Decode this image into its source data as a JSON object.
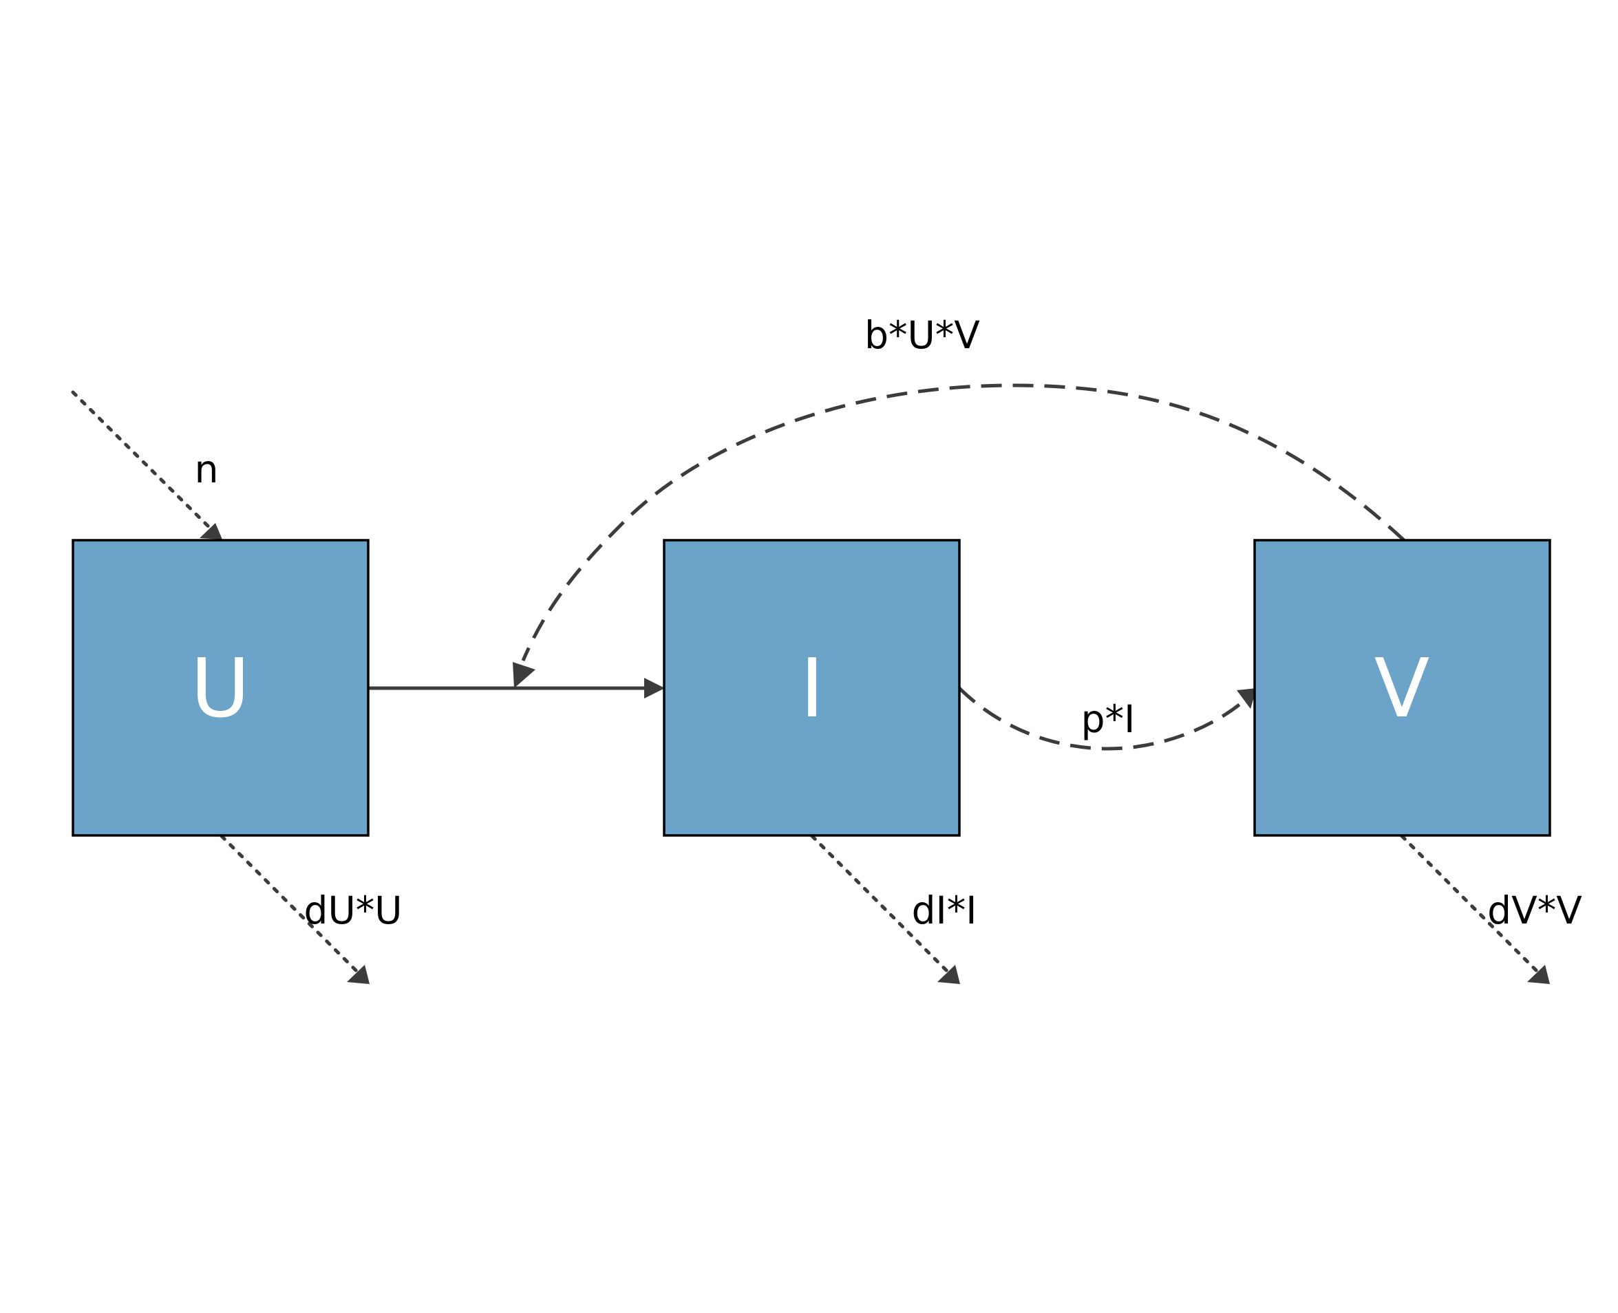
{
  "diagram": {
    "colors": {
      "node_fill": "#6ca3c8",
      "node_label": "#ffffff",
      "edge": "#3c3c3c"
    },
    "nodes": {
      "U": {
        "label": "U"
      },
      "I": {
        "label": "I"
      },
      "V": {
        "label": "V"
      }
    },
    "flows": {
      "inflow_n": {
        "label": "n",
        "from": "",
        "to": "U",
        "style": "dotted"
      },
      "infection": {
        "label": "",
        "from": "U",
        "to": "I",
        "style": "solid"
      },
      "interaction": {
        "label": "b*U*V",
        "from": "V",
        "to": "infection",
        "style": "dashed"
      },
      "production": {
        "label": "p*I",
        "from": "I",
        "to": "V",
        "style": "dashed"
      },
      "death_U": {
        "label": "dU*U",
        "from": "U",
        "to": "",
        "style": "dotted"
      },
      "death_I": {
        "label": "dI*I",
        "from": "I",
        "to": "",
        "style": "dotted"
      },
      "death_V": {
        "label": "dV*V",
        "from": "V",
        "to": "",
        "style": "dotted"
      }
    }
  }
}
